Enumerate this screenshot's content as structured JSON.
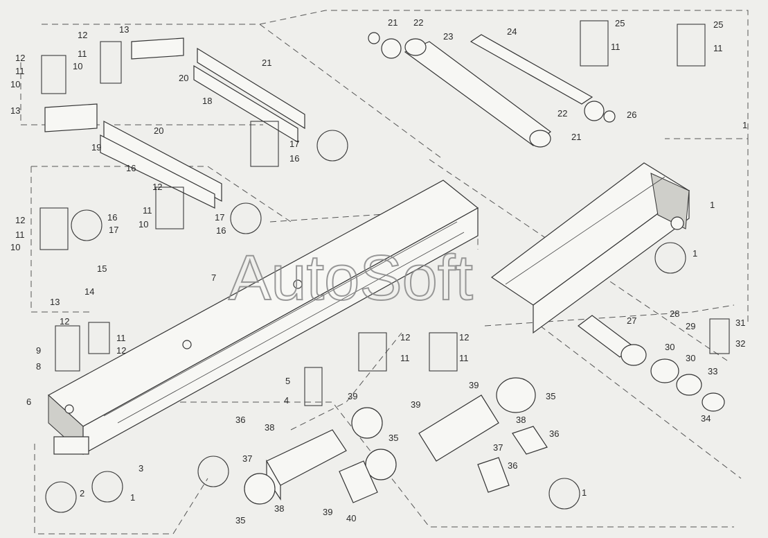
{
  "watermark": "AutoSoft",
  "callouts": {
    "c1": "1",
    "c2": "2",
    "c3": "3",
    "c4": "4",
    "c5": "5",
    "c6": "6",
    "c7": "7",
    "c8": "8",
    "c9": "9",
    "c10": "10",
    "c11": "11",
    "c12": "12",
    "c13": "13",
    "c14": "14",
    "c15": "15",
    "c16": "16",
    "c17": "17",
    "c18": "18",
    "c19": "19",
    "c20": "20",
    "c21": "21",
    "c22": "22",
    "c23": "23",
    "c24": "24",
    "c25": "25",
    "c26": "26",
    "c27": "27",
    "c28": "28",
    "c29": "29",
    "c30": "30",
    "c31": "31",
    "c32": "32",
    "c33": "33",
    "c34": "34",
    "c35": "35",
    "c36": "36",
    "c37": "37",
    "c38": "38",
    "c39": "39",
    "c40": "40"
  }
}
